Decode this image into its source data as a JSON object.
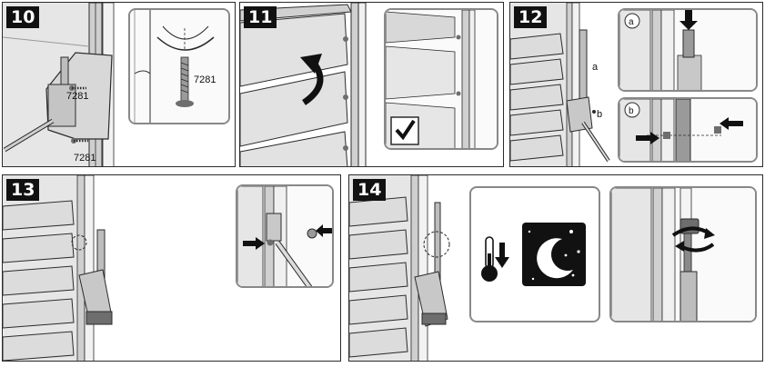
{
  "steps": {
    "s10": {
      "number": "10",
      "screw_label": "7281"
    },
    "s11": {
      "number": "11"
    },
    "s12": {
      "number": "12",
      "part_a": "a",
      "part_b": "b",
      "inset_a": "a",
      "inset_b": "b"
    },
    "s13": {
      "number": "13"
    },
    "s14": {
      "number": "14"
    }
  },
  "colors": {
    "line": "#2b2b2b",
    "fill_light": "#e6e6e6",
    "fill_mid": "#bdbdbd",
    "fill_dark": "#6e6e6e",
    "night": "#111111",
    "inset_border": "#888888"
  },
  "icons": [
    "screw-icon",
    "rotate-arrow-icon",
    "checkmark-icon",
    "push-arrow-icon",
    "thermometer-icon",
    "moon-icon",
    "star-icon",
    "twist-arrow-icon"
  ]
}
